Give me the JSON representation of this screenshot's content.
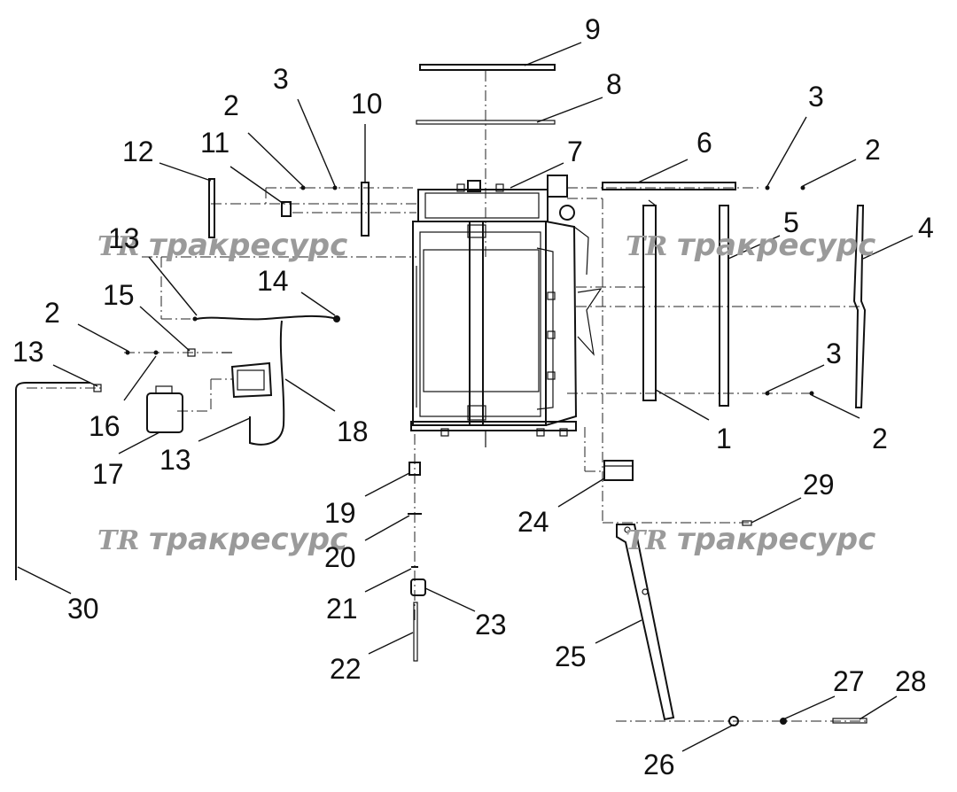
{
  "labels": [
    {
      "id": "l9",
      "text": "9"
    },
    {
      "id": "l8",
      "text": "8"
    },
    {
      "id": "l3a",
      "text": "3"
    },
    {
      "id": "l2a",
      "text": "2"
    },
    {
      "id": "l10",
      "text": "10"
    },
    {
      "id": "l11",
      "text": "11"
    },
    {
      "id": "l12",
      "text": "12"
    },
    {
      "id": "l7",
      "text": "7"
    },
    {
      "id": "l6",
      "text": "6"
    },
    {
      "id": "l3b",
      "text": "3"
    },
    {
      "id": "l2b",
      "text": "2"
    },
    {
      "id": "l5",
      "text": "5"
    },
    {
      "id": "l4",
      "text": "4"
    },
    {
      "id": "l13a",
      "text": "13"
    },
    {
      "id": "l14",
      "text": "14"
    },
    {
      "id": "l15",
      "text": "15"
    },
    {
      "id": "l2c",
      "text": "2"
    },
    {
      "id": "l13b",
      "text": "13"
    },
    {
      "id": "l16",
      "text": "16"
    },
    {
      "id": "l17",
      "text": "17"
    },
    {
      "id": "l13c",
      "text": "13"
    },
    {
      "id": "l18",
      "text": "18"
    },
    {
      "id": "l3c",
      "text": "3"
    },
    {
      "id": "l2d",
      "text": "2"
    },
    {
      "id": "l1",
      "text": "1"
    },
    {
      "id": "l19",
      "text": "19"
    },
    {
      "id": "l20",
      "text": "20"
    },
    {
      "id": "l21",
      "text": "21"
    },
    {
      "id": "l22",
      "text": "22"
    },
    {
      "id": "l23",
      "text": "23"
    },
    {
      "id": "l24",
      "text": "24"
    },
    {
      "id": "l25",
      "text": "25"
    },
    {
      "id": "l29",
      "text": "29"
    },
    {
      "id": "l30",
      "text": "30"
    },
    {
      "id": "l26",
      "text": "26"
    },
    {
      "id": "l27",
      "text": "27"
    },
    {
      "id": "l28",
      "text": "28"
    }
  ],
  "watermark": {
    "logo": "TR",
    "text": "тракресурс"
  }
}
